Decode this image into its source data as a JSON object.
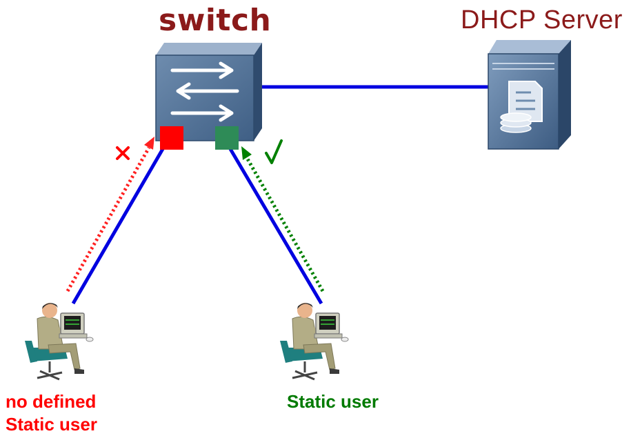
{
  "switch": {
    "title": "switch",
    "title_color": "#8b1a1a"
  },
  "server": {
    "title": "DHCP Server",
    "title_color": "#8b1a1a"
  },
  "users": {
    "left": {
      "line1": "no defined",
      "line2": "Static user",
      "color": "#ff0000",
      "status": "rejected"
    },
    "right": {
      "line1": "Static user",
      "color": "#007a00",
      "status": "accepted"
    }
  },
  "colors": {
    "link": "#0000e0",
    "blocked_port": "#ff0000",
    "allowed_port": "#2e8b57",
    "blocked_path": "#ff2020",
    "allowed_path": "#008000",
    "device_body": "#4a6a8e"
  },
  "icons": {
    "switch": "network-switch-icon",
    "server": "dhcp-server-icon",
    "user": "user-at-computer-icon",
    "blocked": "cross-mark-icon",
    "allowed": "check-mark-icon"
  }
}
